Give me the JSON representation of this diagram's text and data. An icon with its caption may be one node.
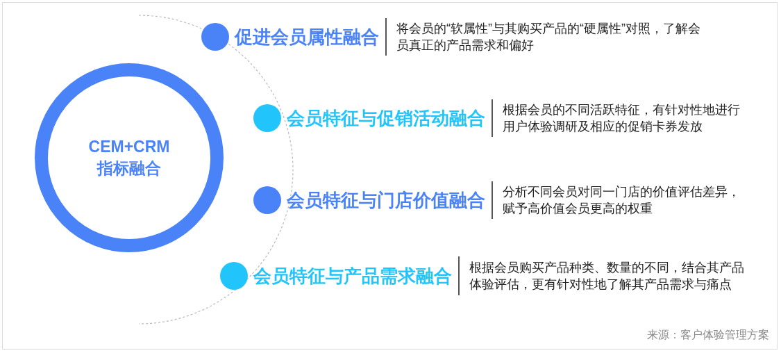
{
  "diagram": {
    "nodes": [
      {
        "text": [
          "CEM+CRM",
          "指标融合"
        ]
      },
      {
        "text": [
          "促进会员属性融合",
          "将会员的“软属性”与其购买产品的“硬属性”对照，了解会员真正的产品需求和偏好"
        ]
      },
      {
        "text": [
          "会员特征与促销活动融合",
          "根据会员的不同活跃特征，有针对性地进行用户体验调研及相应的促销卡券发放"
        ]
      },
      {
        "text": [
          "会员特征与门店价值融合",
          "分析不同会员对同一门店的价值评估差异，赋予高价值会员更高的权重"
        ]
      },
      {
        "text": [
          "会员特征与产品需求融合",
          "根据会员购买产品种类、数量的不同，结合其产品体验评估，更有针对性地了解其产品需求与痛点"
        ]
      }
    ],
    "labels": [
      "来源：客户体验管理方案"
    ]
  }
}
